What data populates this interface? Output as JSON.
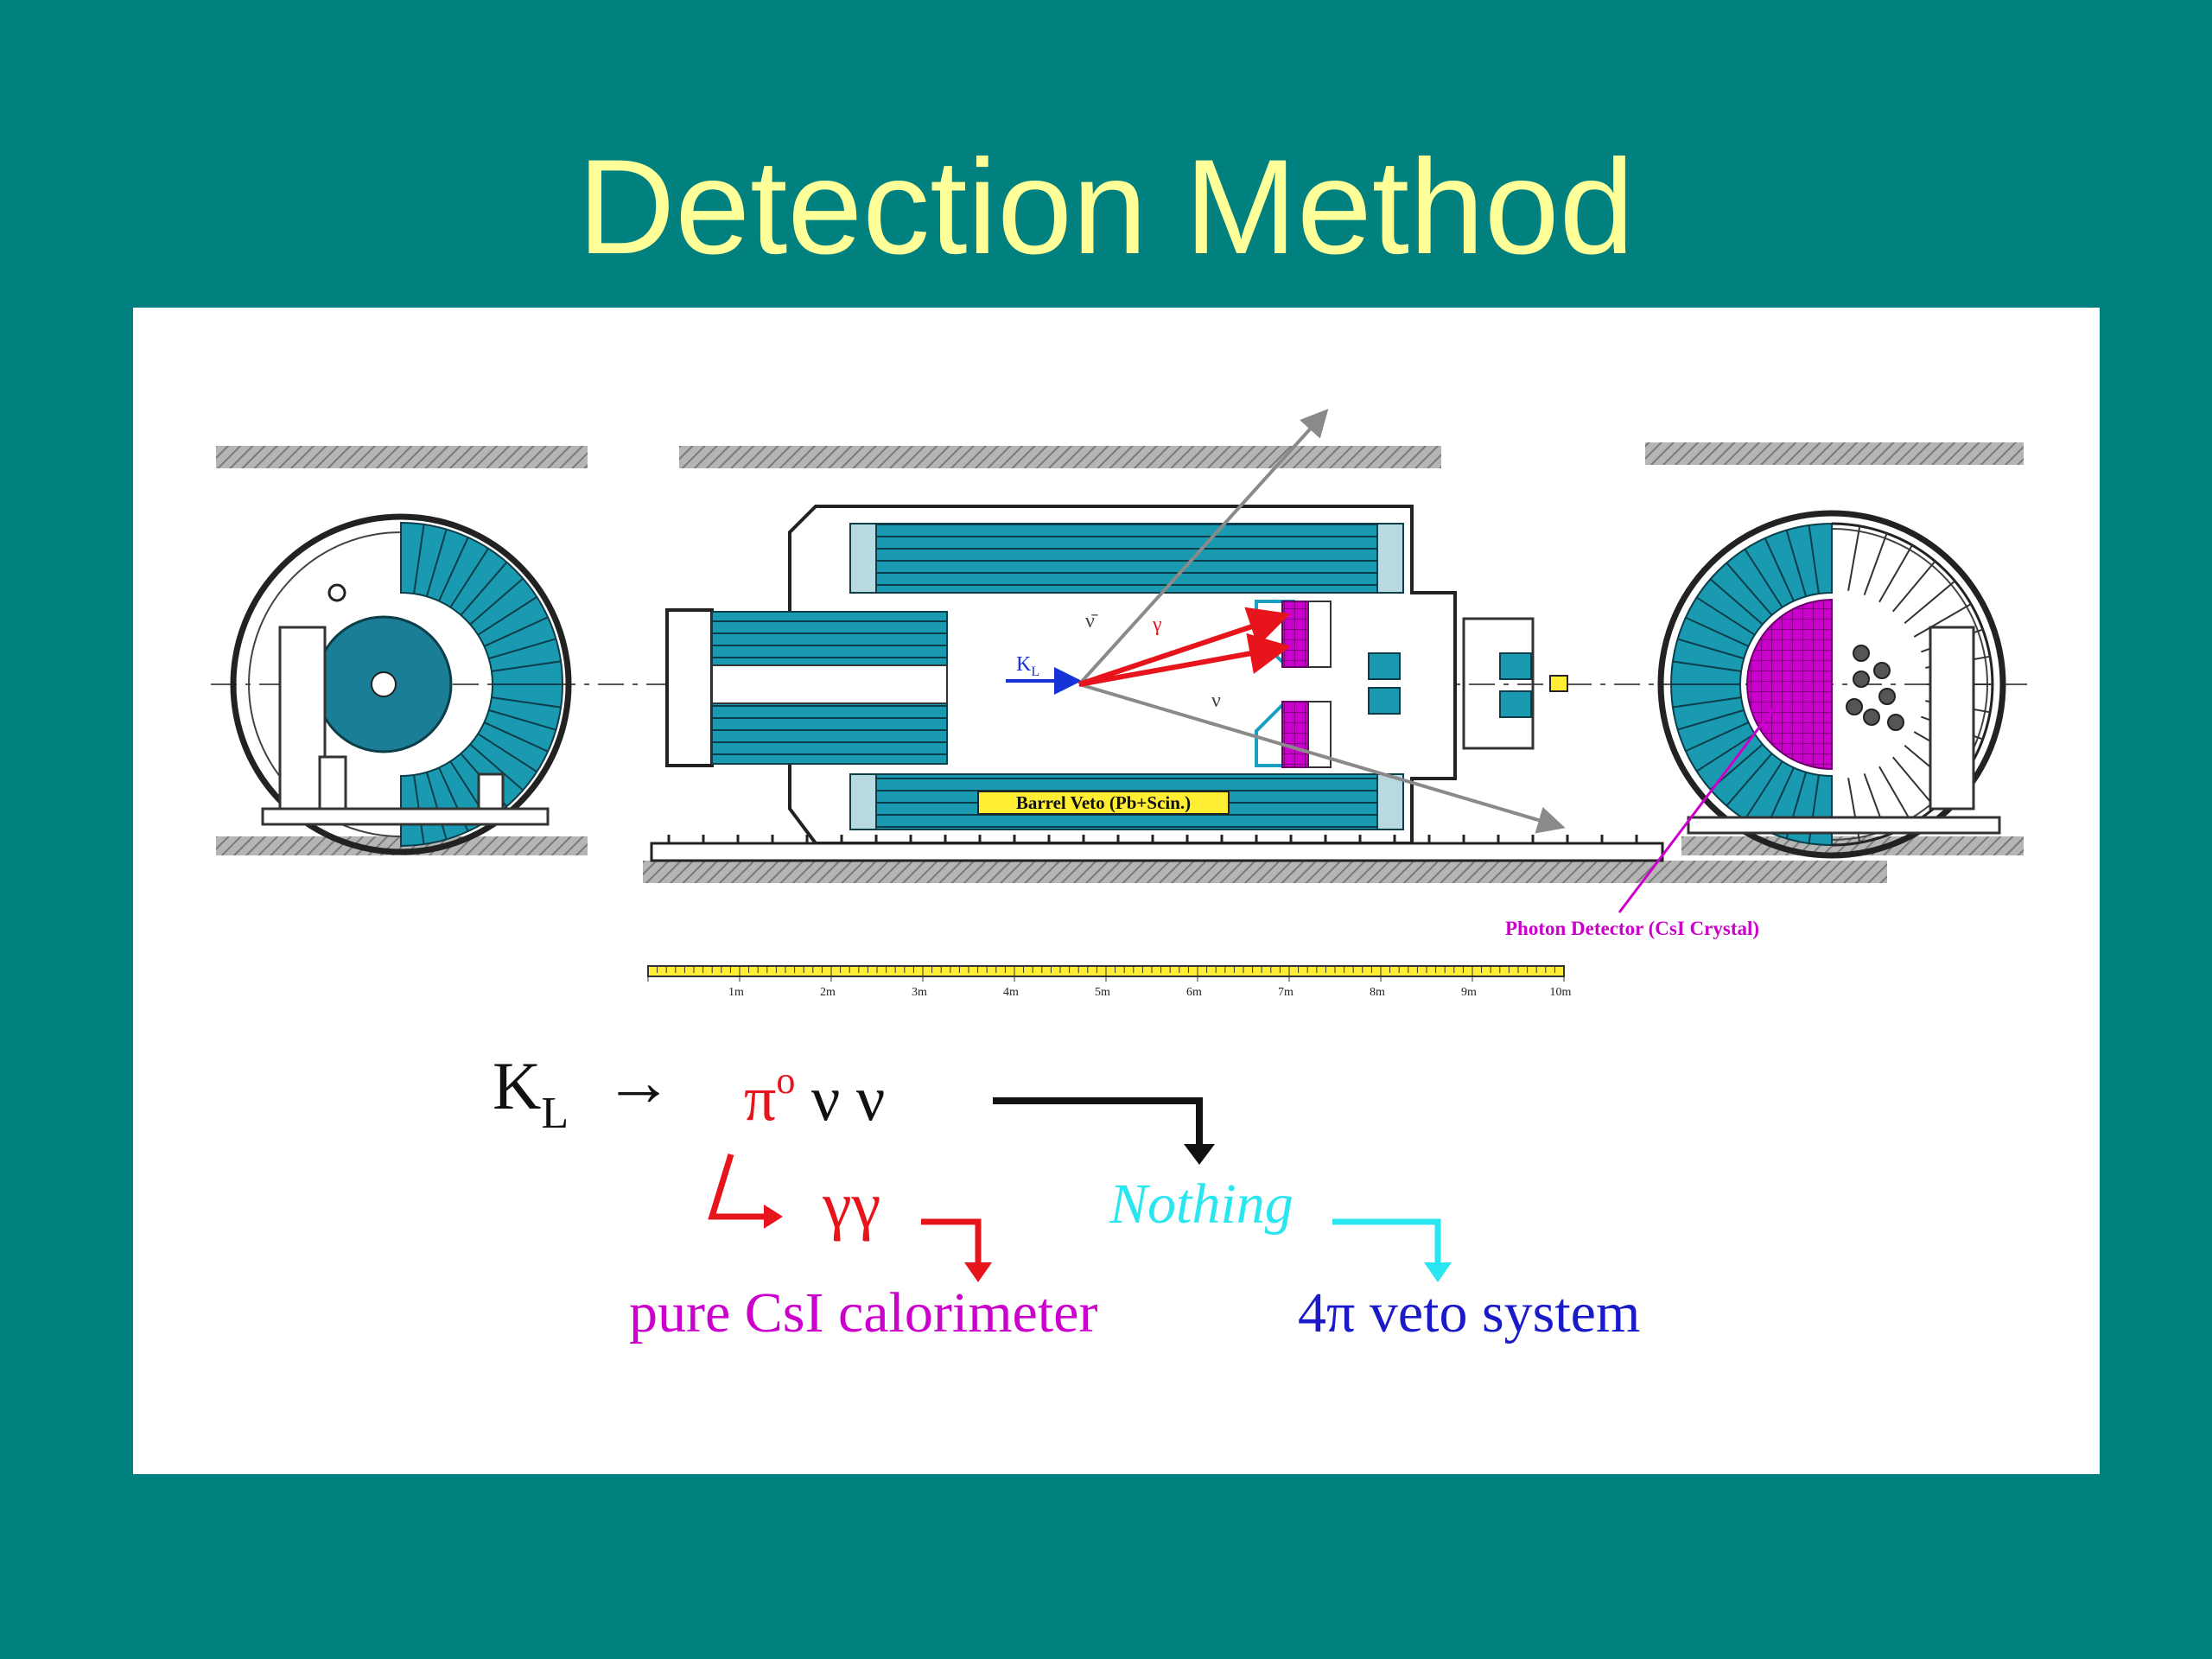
{
  "slide": {
    "title": "Detection Method"
  },
  "colors": {
    "background": "#00807f",
    "title": "#ffff99",
    "panel": "#ffffff",
    "detector_module": "#1a9ab0",
    "csi_crystal": "#cc00cc",
    "gamma": "#e8141b",
    "kaon_beam": "#1533d6",
    "nothing": "#29e6f0",
    "veto_text": "#1a1ac8",
    "label_bg": "#ffee33"
  },
  "diagram": {
    "barrel_label": "Barrel Veto (Pb+Scin.)",
    "beam_label_main": "K",
    "beam_label_sub": "L",
    "gamma_label": "γ",
    "nubar_label": "ν̄",
    "nu_label": "ν",
    "photon_detector_label": "Photon Detector (CsI Crystal)",
    "scale_ticks": [
      "1m",
      "2m",
      "3m",
      "4m",
      "5m",
      "6m",
      "7m",
      "8m",
      "9m",
      "10m"
    ]
  },
  "equation": {
    "k_main": "K",
    "k_sub": "L",
    "arrow": "→",
    "pi": "π",
    "pi_sup": "o",
    "nu_pair": " ν ν",
    "gamma_gamma": "γγ",
    "nothing": "Nothing",
    "calorimeter": "pure CsI calorimeter",
    "veto": "4π veto system"
  }
}
